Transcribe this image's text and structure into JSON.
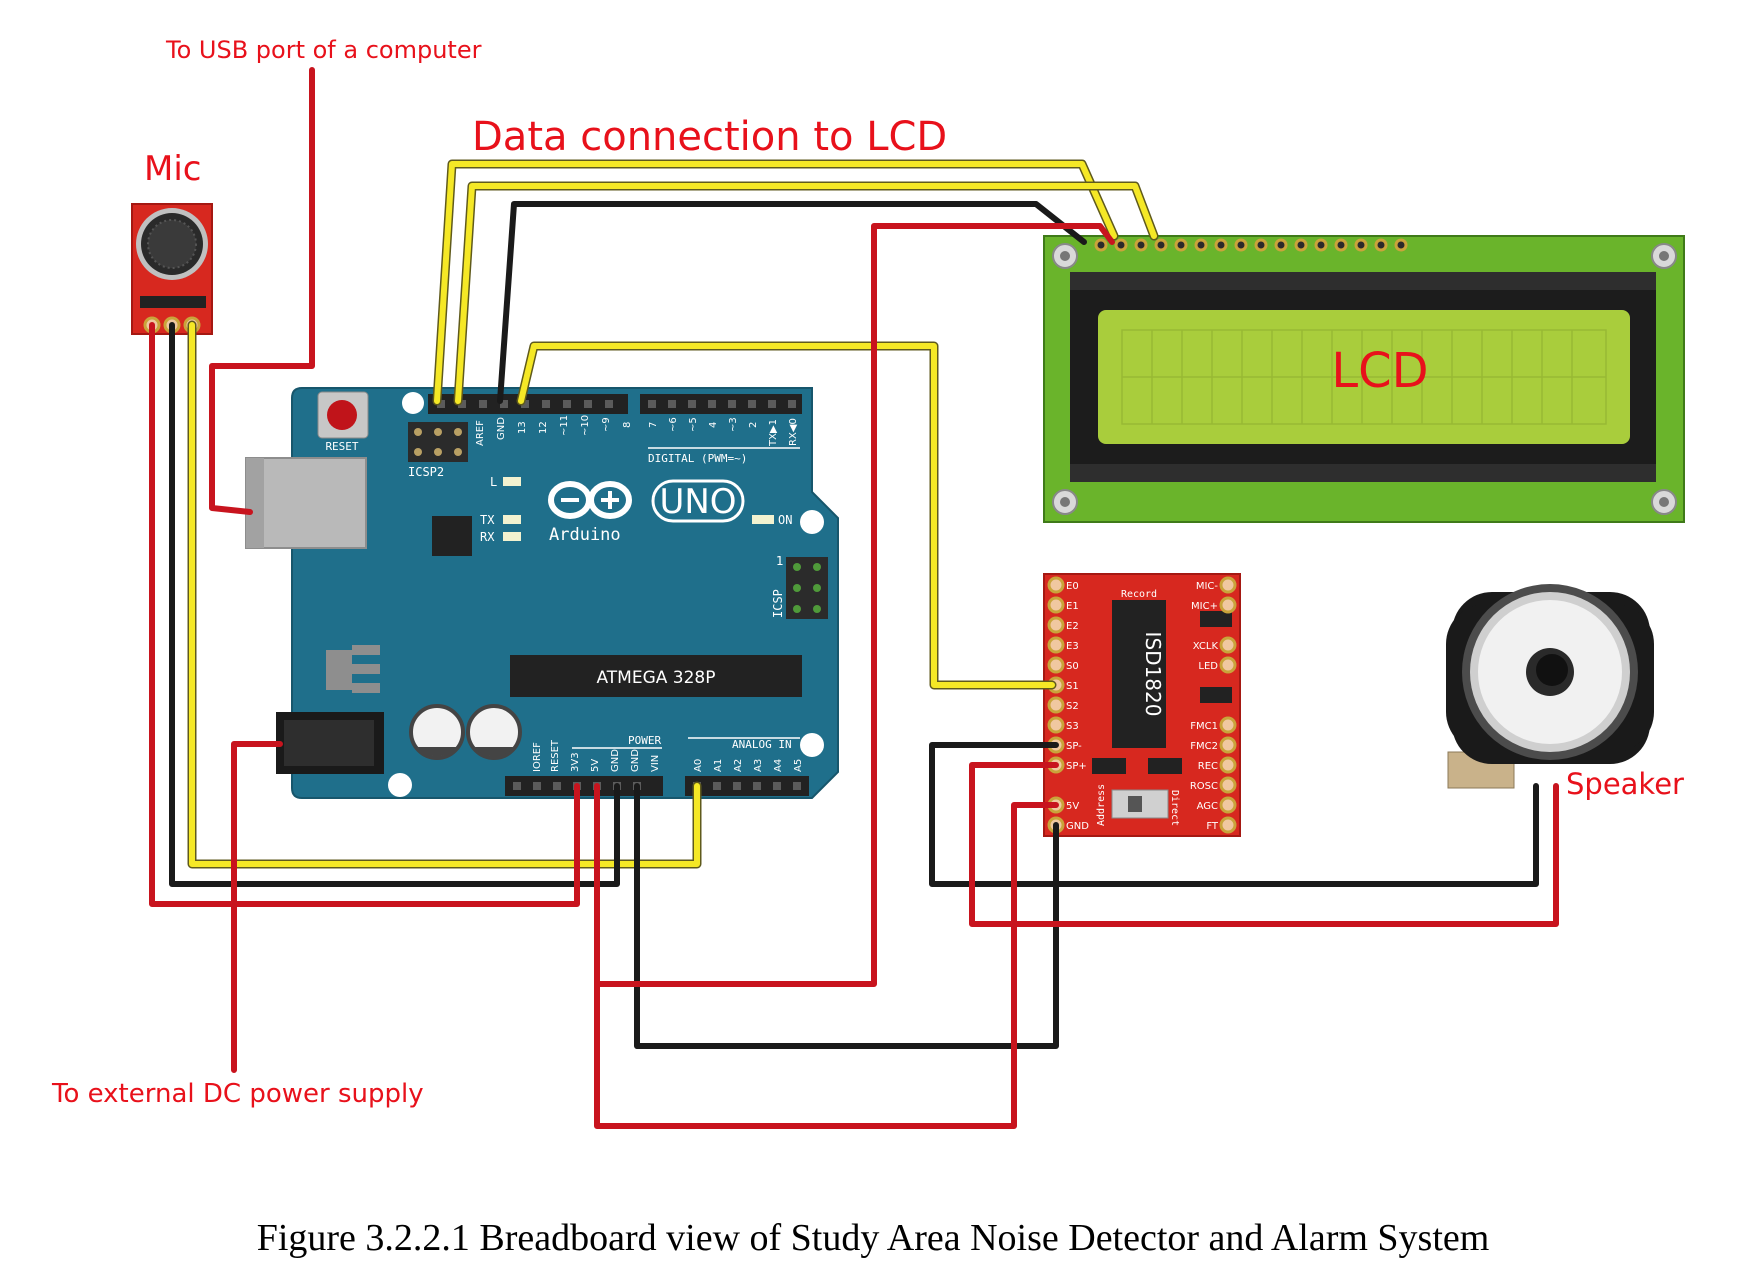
{
  "labels": {
    "usb": "To USB port of a computer",
    "mic": "Mic",
    "data_conn": "Data connection to LCD",
    "lcd": "LCD",
    "speaker": "Speaker",
    "dc": "To external DC power supply"
  },
  "arduino": {
    "reset": "RESET",
    "icsp2": "ICSP2",
    "icsp": "ICSP",
    "icsp_pin": "1",
    "l": "L",
    "tx": "TX",
    "rx": "RX",
    "on": "ON",
    "uno": "UNO",
    "brand": "Arduino",
    "chip": "ATMEGA 328P",
    "digital": "DIGITAL (PWM=~)",
    "power": "POWER",
    "analog": "ANALOG IN",
    "top_pins": [
      "AREF",
      "GND",
      "13",
      "12",
      "~11",
      "~10",
      "~9",
      "8",
      "7",
      "~6",
      "~5",
      "4",
      "~3",
      "2",
      "TX▶1",
      "RX◀0"
    ],
    "bottom_pins": [
      "IOREF",
      "RESET",
      "3V3",
      "5V",
      "GND",
      "GND",
      "VIN",
      "A0",
      "A1",
      "A2",
      "A3",
      "A4",
      "A5"
    ]
  },
  "isd": {
    "title": "ISD1820",
    "record": "Record",
    "address": "Address",
    "direct": "Direct",
    "left_pins": [
      "E0",
      "E1",
      "E2",
      "E3",
      "S0",
      "S1",
      "S2",
      "S3",
      "SP-",
      "SP+",
      "5V",
      "GND"
    ],
    "right_pins": [
      "MIC-",
      "MIC+",
      "XCLK",
      "LED",
      "FMC1",
      "FMC2",
      "REC",
      "ROSC",
      "AGC",
      "FT"
    ]
  },
  "caption": "Figure 3.2.2.1 Breadboard view of Study Area Noise Detector and Alarm System",
  "colors": {
    "wire_red": "#c8141e",
    "wire_yellow": "#f5e826",
    "wire_black": "#1a1a1a",
    "arduino_blue": "#1f6f8b",
    "lcd_green": "#6ab42b",
    "lcd_screen": "#a9cd3c",
    "module_red": "#d7281f",
    "label_red": "#e8111b"
  }
}
